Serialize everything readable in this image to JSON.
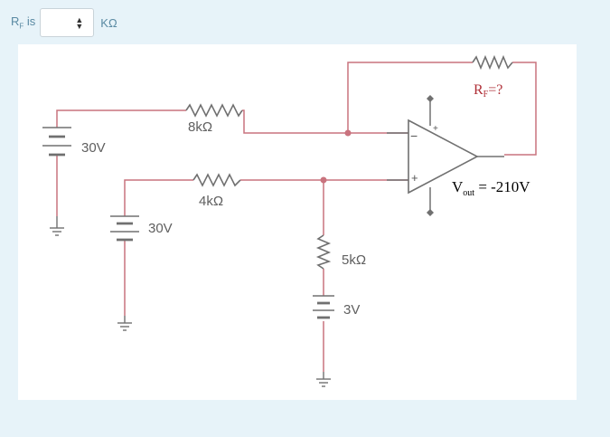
{
  "question": {
    "label_main": "R",
    "label_sub": "F",
    "label_suffix": " is",
    "select_value": "",
    "unit": "KΩ"
  },
  "circuit": {
    "r1": "8kΩ",
    "r2": "4kΩ",
    "r3": "5kΩ",
    "v1": "30V",
    "v2": "30V",
    "v3": "3V",
    "rf_main": "R",
    "rf_sub": "F",
    "rf_suffix": "=?",
    "vout_main": "V",
    "vout_sub": "out",
    "vout_suffix": " = -210V",
    "plus_sign": "+",
    "minus_sign": "−"
  },
  "colors": {
    "wire": "#c9737e",
    "component": "#707070",
    "rf_text": "#b03038",
    "label": "#606060"
  }
}
